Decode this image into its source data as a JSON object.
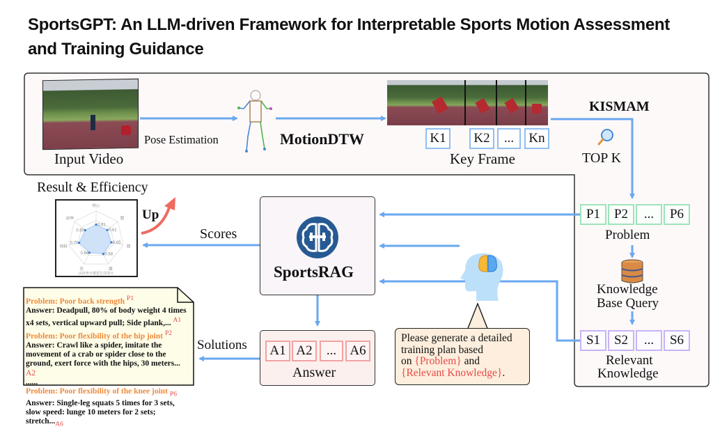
{
  "title": "SportsGPT:  An LLM-driven Framework for Interpretable Sports Motion Assessment and Training Guidance",
  "top_row": {
    "input_video_label": "Input Video",
    "pose_estimation_label": "Pose Estimation",
    "motiondtw_label": "MotionDTW",
    "key_frame_label": "Key Frame",
    "key_frames": [
      "K1",
      "K2",
      "...",
      "Kn"
    ]
  },
  "kismam": {
    "title": "KISMAM",
    "topk_label": "TOP K",
    "problem_label": "Problem",
    "problems": [
      "P1",
      "P2",
      "...",
      "P6"
    ],
    "kb_query_line1": "Knowledge",
    "kb_query_line2": "Base Query",
    "relevant_line1": "Relevant",
    "relevant_line2": "Knowledge",
    "knowledge": [
      "S1",
      "S2",
      "...",
      "S6"
    ]
  },
  "sportsrag": {
    "label": "SportsRAG",
    "scores_label": "Scores",
    "solutions_label": "Solutions",
    "answer_label": "Answer",
    "answers": [
      "A1",
      "A2",
      "...",
      "A6"
    ]
  },
  "result": {
    "title": "Result & Efficiency",
    "up_label": "Up"
  },
  "prompt": {
    "line1": "Please generate a detailed",
    "line2": "training plan based",
    "line3_pre": "on ",
    "var1": "{Problem}",
    "line3_post": " and",
    "var2": "{Relevant Knowledge}",
    "end": "."
  },
  "solutions_note": {
    "items": [
      {
        "problem": "Problem: Poor back strength",
        "ptag": "P1",
        "answer": "Answer: Deadpull, 80% of body weight 4 times x4 sets, vertical upward pull; Side plank,...",
        "atag": "A1"
      },
      {
        "problem": "Problem: Poor flexibility of the hip joint",
        "ptag": "P2",
        "answer": "Answer: Crawl like a spider, imitate the movement of a crab or spider close to the ground, exert force with the hips, 30 meters...",
        "atag": "A2"
      },
      {
        "problem": "Problem: Poor flexibility of the knee joint",
        "ptag": "P6",
        "answer": "Answer: Single-leg squats 5 times for 3 sets, slow speed: lunge 10 meters for 2 sets; stretch...",
        "atag": "A6"
      }
    ],
    "ellipsis": "......"
  },
  "chart_data": {
    "type": "radar",
    "title": "",
    "caption": "由体育大模型生成得分",
    "axes": [
      "核心",
      "髋",
      "膝",
      "踝",
      "背",
      "倾斜",
      "前伸"
    ],
    "values": [
      0.61,
      0.61,
      0.65,
      0.68,
      0.64,
      0.7,
      0.6
    ],
    "value_labels": [
      "0.61",
      "0.61",
      "0.65",
      "0.68",
      "0.64",
      "0.70",
      "0.60"
    ],
    "range": [
      0,
      1
    ],
    "fill_color": "#cfe2f8",
    "point_color": "#3a7fd5"
  },
  "colors": {
    "arrow": "#6aa8f0",
    "frame": "#333333",
    "frame_bg": "#fdf9f9",
    "orange": "#f08a3a",
    "red": "#e64a4a"
  }
}
